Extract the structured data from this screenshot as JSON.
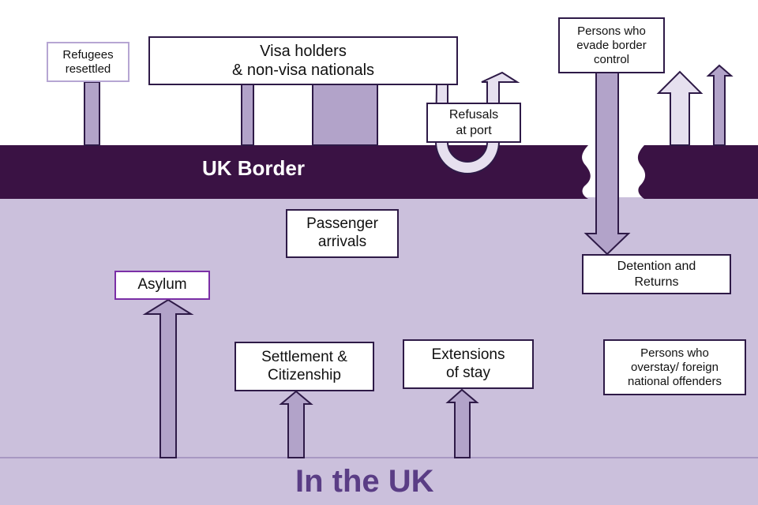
{
  "colors": {
    "border_band": "#3a1244",
    "in_uk_area": "#cbc0dc",
    "arrow_fill": "#b2a3c9",
    "arrow_light_fill": "#e6e0ef",
    "arrow_stroke": "#2e1a47",
    "asylum_border": "#7b2fa6",
    "refugees_border": "#b6a6d3",
    "in_uk_text": "#5a3d85"
  },
  "labels": {
    "uk_border": "UK Border",
    "in_the_uk": "In the UK"
  },
  "boxes": {
    "refugees": "Refugees\nresettled",
    "visa": "Visa holders\n& non-visa nationals",
    "refusals": "Refusals\nat port",
    "evade": "Persons who\nevade border\ncontrol",
    "passenger": "Passenger\narrivals",
    "asylum": "Asylum",
    "detention": "Detention and\nReturns",
    "settlement": "Settlement &\nCitizenship",
    "extensions": "Extensions\nof stay",
    "overstay": "Persons who\noverstay/ foreign\nnational offenders"
  }
}
